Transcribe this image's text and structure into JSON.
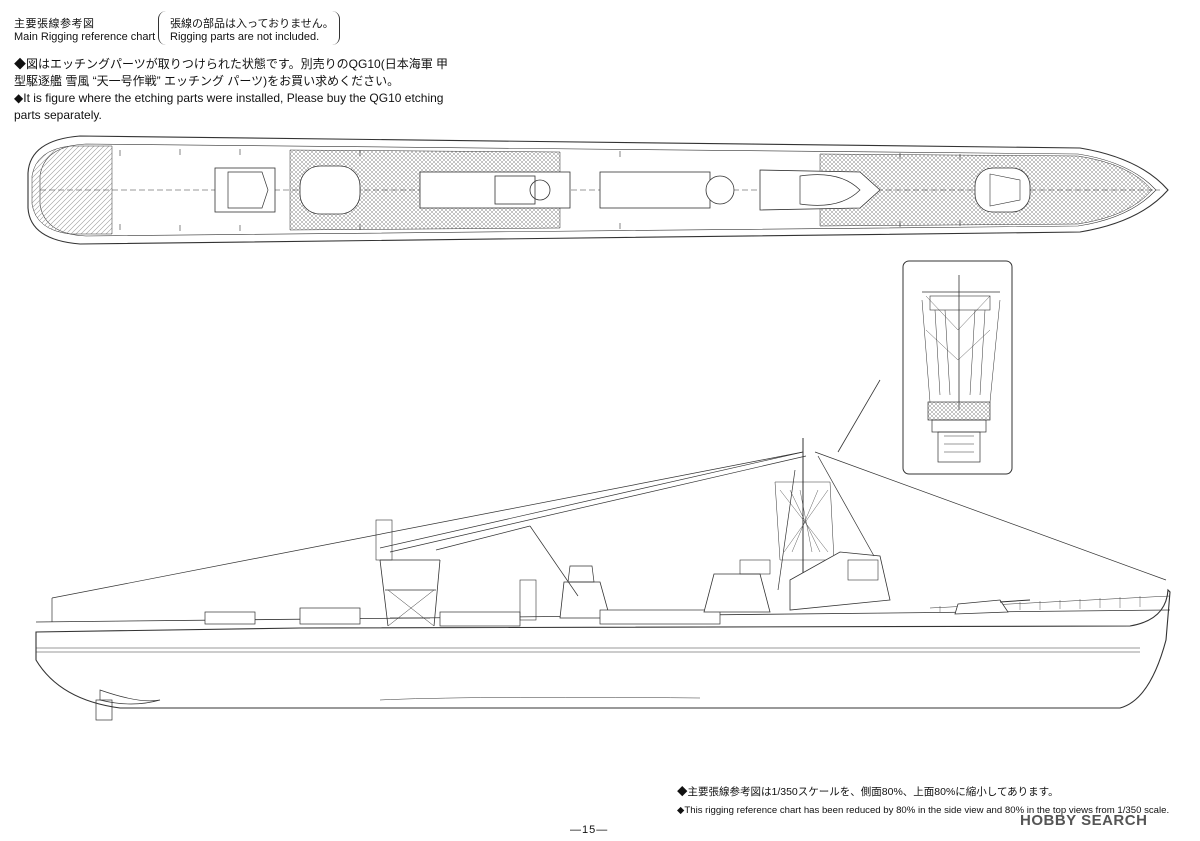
{
  "header": {
    "title_ja": "主要張線参考図",
    "title_en": "Main Rigging reference chart",
    "note_box_ja": "張線の部品は入っておりません。",
    "note_box_en": "Rigging parts are not included."
  },
  "notes": {
    "ja_line1": "◆図はエッチングパーツが取りつけられた状態です。別売りのQG10(日本海軍 甲",
    "ja_line2": "型駆逐艦 雪風 “天一号作戦” エッチング パーツ)をお買い求めください。",
    "en_line1": "◆It is figure where the etching parts were installed, Please buy the QG10 etching",
    "en_line2": "parts separately."
  },
  "bottom_notes": {
    "ja": "◆主要張線参考図は1/350スケールを、側面80%、上面80%に縮小してあります。",
    "en": "◆This rigging reference chart has been reduced by 80% in the side view and 80% in the top  views from 1/350 scale."
  },
  "page_number": "—15—",
  "watermark": {
    "brand": "HOBBY SEARCH"
  },
  "colors": {
    "line": "#333333",
    "deck_hatch": "#9a9a9a",
    "background": "#ffffff"
  }
}
